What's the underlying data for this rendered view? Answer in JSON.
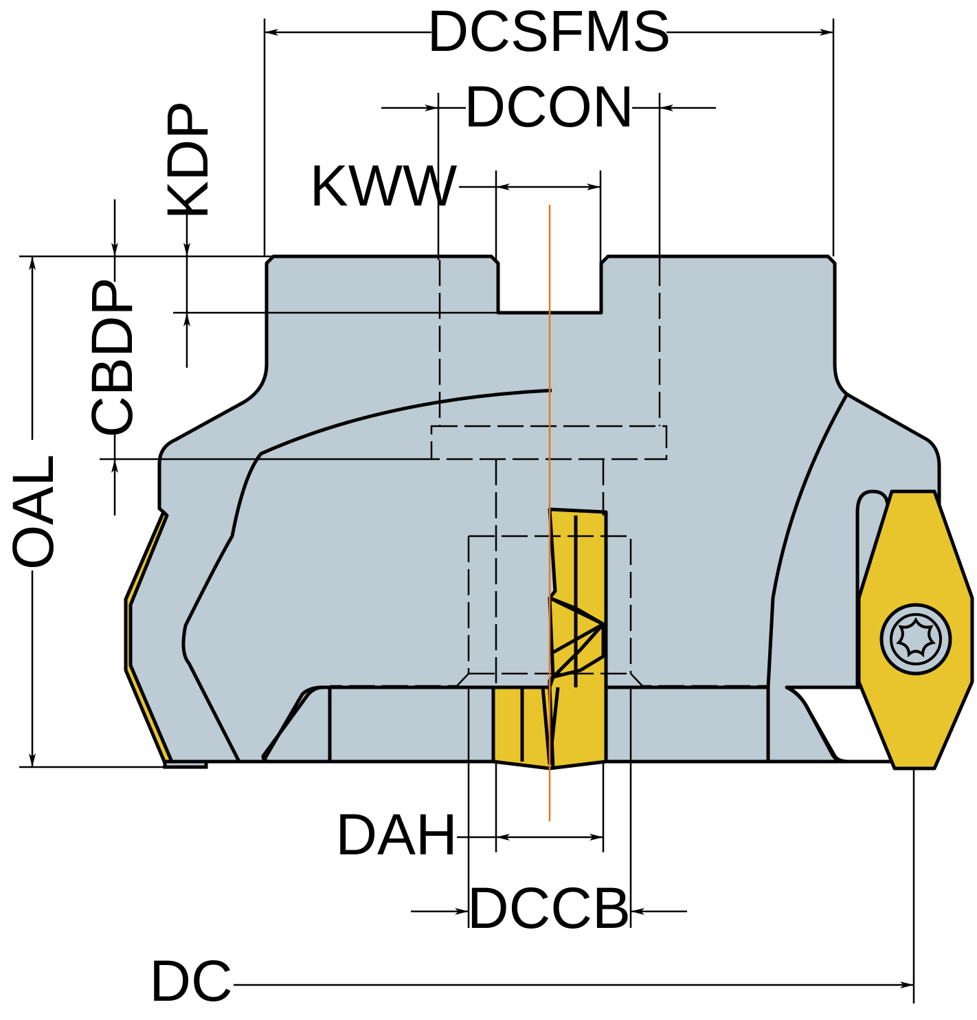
{
  "labels": {
    "dcsfms": "DCSFMS",
    "dcon": "DCON",
    "kww": "KWW",
    "kdp": "KDP",
    "cbdp": "CBDP",
    "oal": "OAL",
    "dah": "DAH",
    "dccb": "DCCB",
    "dc": "DC"
  },
  "colors": {
    "body": "#bccbd4",
    "insert": "#e8c52c",
    "outline": "#000000",
    "centerline": "#e07a1f"
  },
  "icons": {
    "insert_screw": "torx-screw-icon"
  }
}
